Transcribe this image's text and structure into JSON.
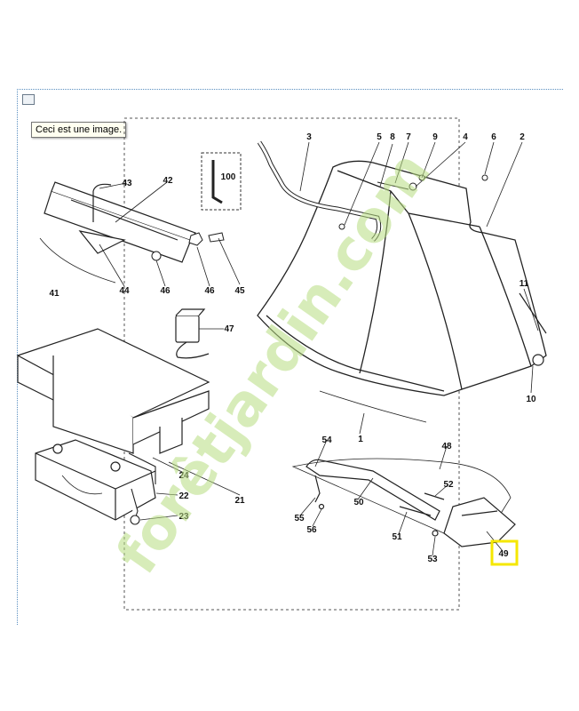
{
  "tooltip": {
    "text": "Ceci est une image."
  },
  "icons": {
    "image_placeholder": "image-icon"
  },
  "diagram": {
    "part_labels": [
      "1",
      "2",
      "3",
      "5",
      "6",
      "7",
      "8",
      "9",
      "4",
      "10",
      "11",
      "21",
      "22",
      "23",
      "24",
      "41",
      "42",
      "43",
      "44",
      "45",
      "46",
      "46",
      "47",
      "48",
      "49",
      "50",
      "51",
      "52",
      "53",
      "54",
      "55",
      "56",
      "100"
    ],
    "highlighted_part": "49",
    "highlight_color": "#f5e700"
  },
  "watermark": {
    "text": "forêtjardin.com",
    "color": "#b7dd7f"
  }
}
